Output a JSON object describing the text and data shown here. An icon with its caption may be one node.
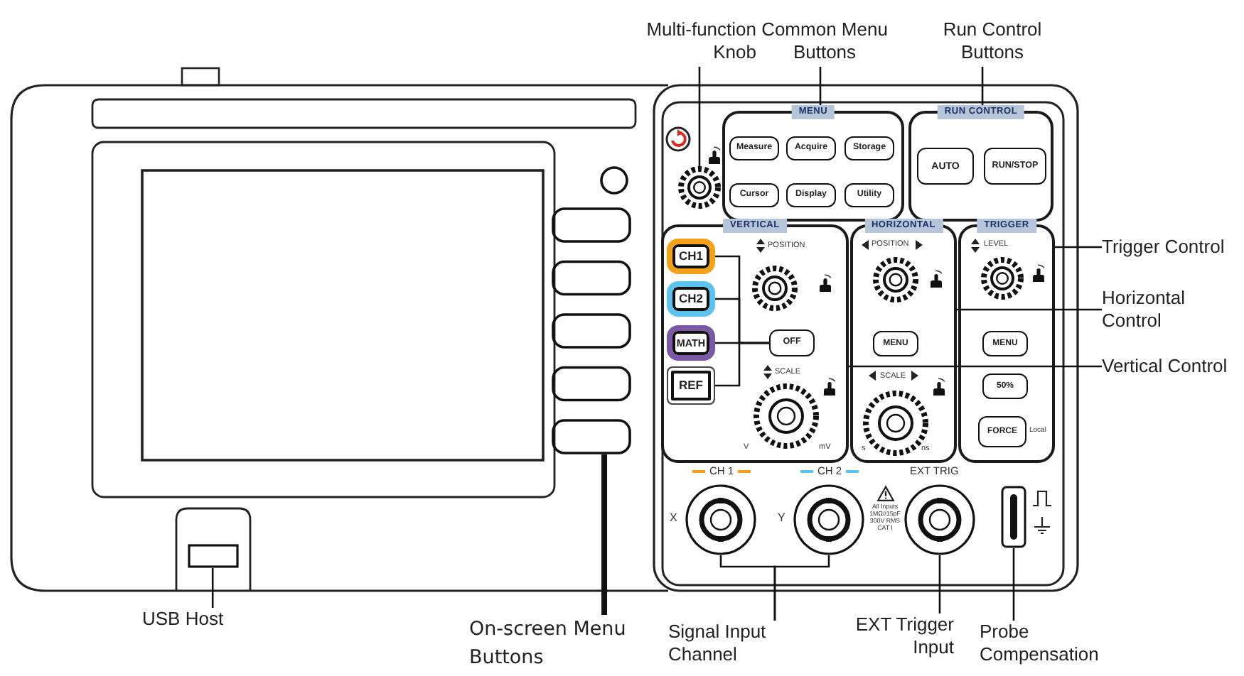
{
  "diagram": {
    "nodes": [
      {
        "text": [
          "Multi-function Knob"
        ]
      },
      {
        "text": [
          "Common Menu Buttons"
        ]
      },
      {
        "text": [
          "Run Control Buttons"
        ]
      },
      {
        "text": [],
        "shape": "circle"
      },
      {
        "text": [
          "MENU"
        ]
      },
      {
        "text": [
          "Measure"
        ],
        "in": 4
      },
      {
        "text": [
          "Acquire"
        ],
        "in": 4
      },
      {
        "text": [
          "Storage"
        ],
        "in": 4
      },
      {
        "text": [
          "Cursor"
        ],
        "in": 4
      },
      {
        "text": [
          "Display"
        ],
        "in": 4
      },
      {
        "text": [
          "Utility"
        ],
        "in": 4
      },
      {
        "text": [
          "RUN CONTROL"
        ]
      },
      {
        "text": [
          "AUTO"
        ],
        "in": 11
      },
      {
        "text": [
          "RUN/STOP"
        ],
        "in": 11
      },
      {
        "text": [
          "VERTICAL"
        ]
      },
      {
        "text": [
          "CH1"
        ],
        "in": 14
      },
      {
        "text": [
          "CH2"
        ],
        "in": 14
      },
      {
        "text": [
          "MATH"
        ],
        "in": 14
      },
      {
        "text": [
          "REF"
        ],
        "in": 14
      },
      {
        "text": [
          "OFF"
        ],
        "in": 14
      },
      {
        "text": [
          "HORIZONTAL"
        ]
      },
      {
        "text": [
          "MENU"
        ],
        "in": 20
      },
      {
        "text": [
          "TRIGGER"
        ]
      },
      {
        "text": [
          "MENU"
        ],
        "in": 22
      },
      {
        "text": [
          "50%"
        ],
        "in": 22
      },
      {
        "text": [
          "FORCE"
        ],
        "in": 22,
        "beside": [
          "Local"
        ]
      },
      {
        "text": [
          "Trigger Control"
        ]
      },
      {
        "text": [
          "Horizontal Control"
        ]
      },
      {
        "text": [
          "Vertical Control"
        ]
      },
      {
        "text": [],
        "shape": "box"
      },
      {
        "text": [
          "USB Host"
        ]
      },
      {
        "text": [],
        "shape": "box"
      },
      {
        "text": [
          "On-screen Menu Buttons"
        ]
      },
      {
        "text": [],
        "shape": "circle",
        "beside": [
          "CH 1",
          "X"
        ]
      },
      {
        "text": [],
        "shape": "circle",
        "beside": [
          "CH 2",
          "Y"
        ]
      },
      {
        "text": [],
        "shape": "circle",
        "beside": [
          "EXT TRIG"
        ]
      },
      {
        "text": [],
        "shape": "box"
      },
      {
        "text": [
          "Signal Input Channel"
        ]
      },
      {
        "text": [
          "EXT Trigger Input"
        ]
      },
      {
        "text": [
          "Probe Compensation"
        ]
      }
    ],
    "edges": [
      {
        "from": 0,
        "to": 3,
        "arrow": "none"
      },
      {
        "from": 1,
        "to": 4,
        "arrow": "none"
      },
      {
        "from": 2,
        "to": 11,
        "arrow": "none"
      },
      {
        "from": 15,
        "to": 19,
        "arrow": "none"
      },
      {
        "from": 16,
        "to": 19,
        "arrow": "none"
      },
      {
        "from": 17,
        "to": 19,
        "arrow": "none"
      },
      {
        "from": 18,
        "to": 19,
        "arrow": "none"
      },
      {
        "from": 26,
        "to": 22,
        "arrow": "none"
      },
      {
        "from": 27,
        "to": 20,
        "arrow": "none"
      },
      {
        "from": 28,
        "to": 14,
        "arrow": "none"
      },
      {
        "from": 30,
        "to": 29,
        "arrow": "none"
      },
      {
        "from": 32,
        "to": 31,
        "arrow": "none",
        "style": "thick"
      },
      {
        "from": 37,
        "to": 33,
        "arrow": "none"
      },
      {
        "from": 37,
        "to": 34,
        "arrow": "none"
      },
      {
        "from": 38,
        "to": 35,
        "arrow": "none"
      },
      {
        "from": 39,
        "to": 36,
        "arrow": "none"
      }
    ],
    "labels": [
      "POSITION",
      "POSITION",
      "LEVEL",
      "SCALE",
      "SCALE",
      "V",
      "mV",
      "s",
      "ns",
      "All Inputs 1MΩ//15pF 300V RMS CAT I"
    ]
  }
}
